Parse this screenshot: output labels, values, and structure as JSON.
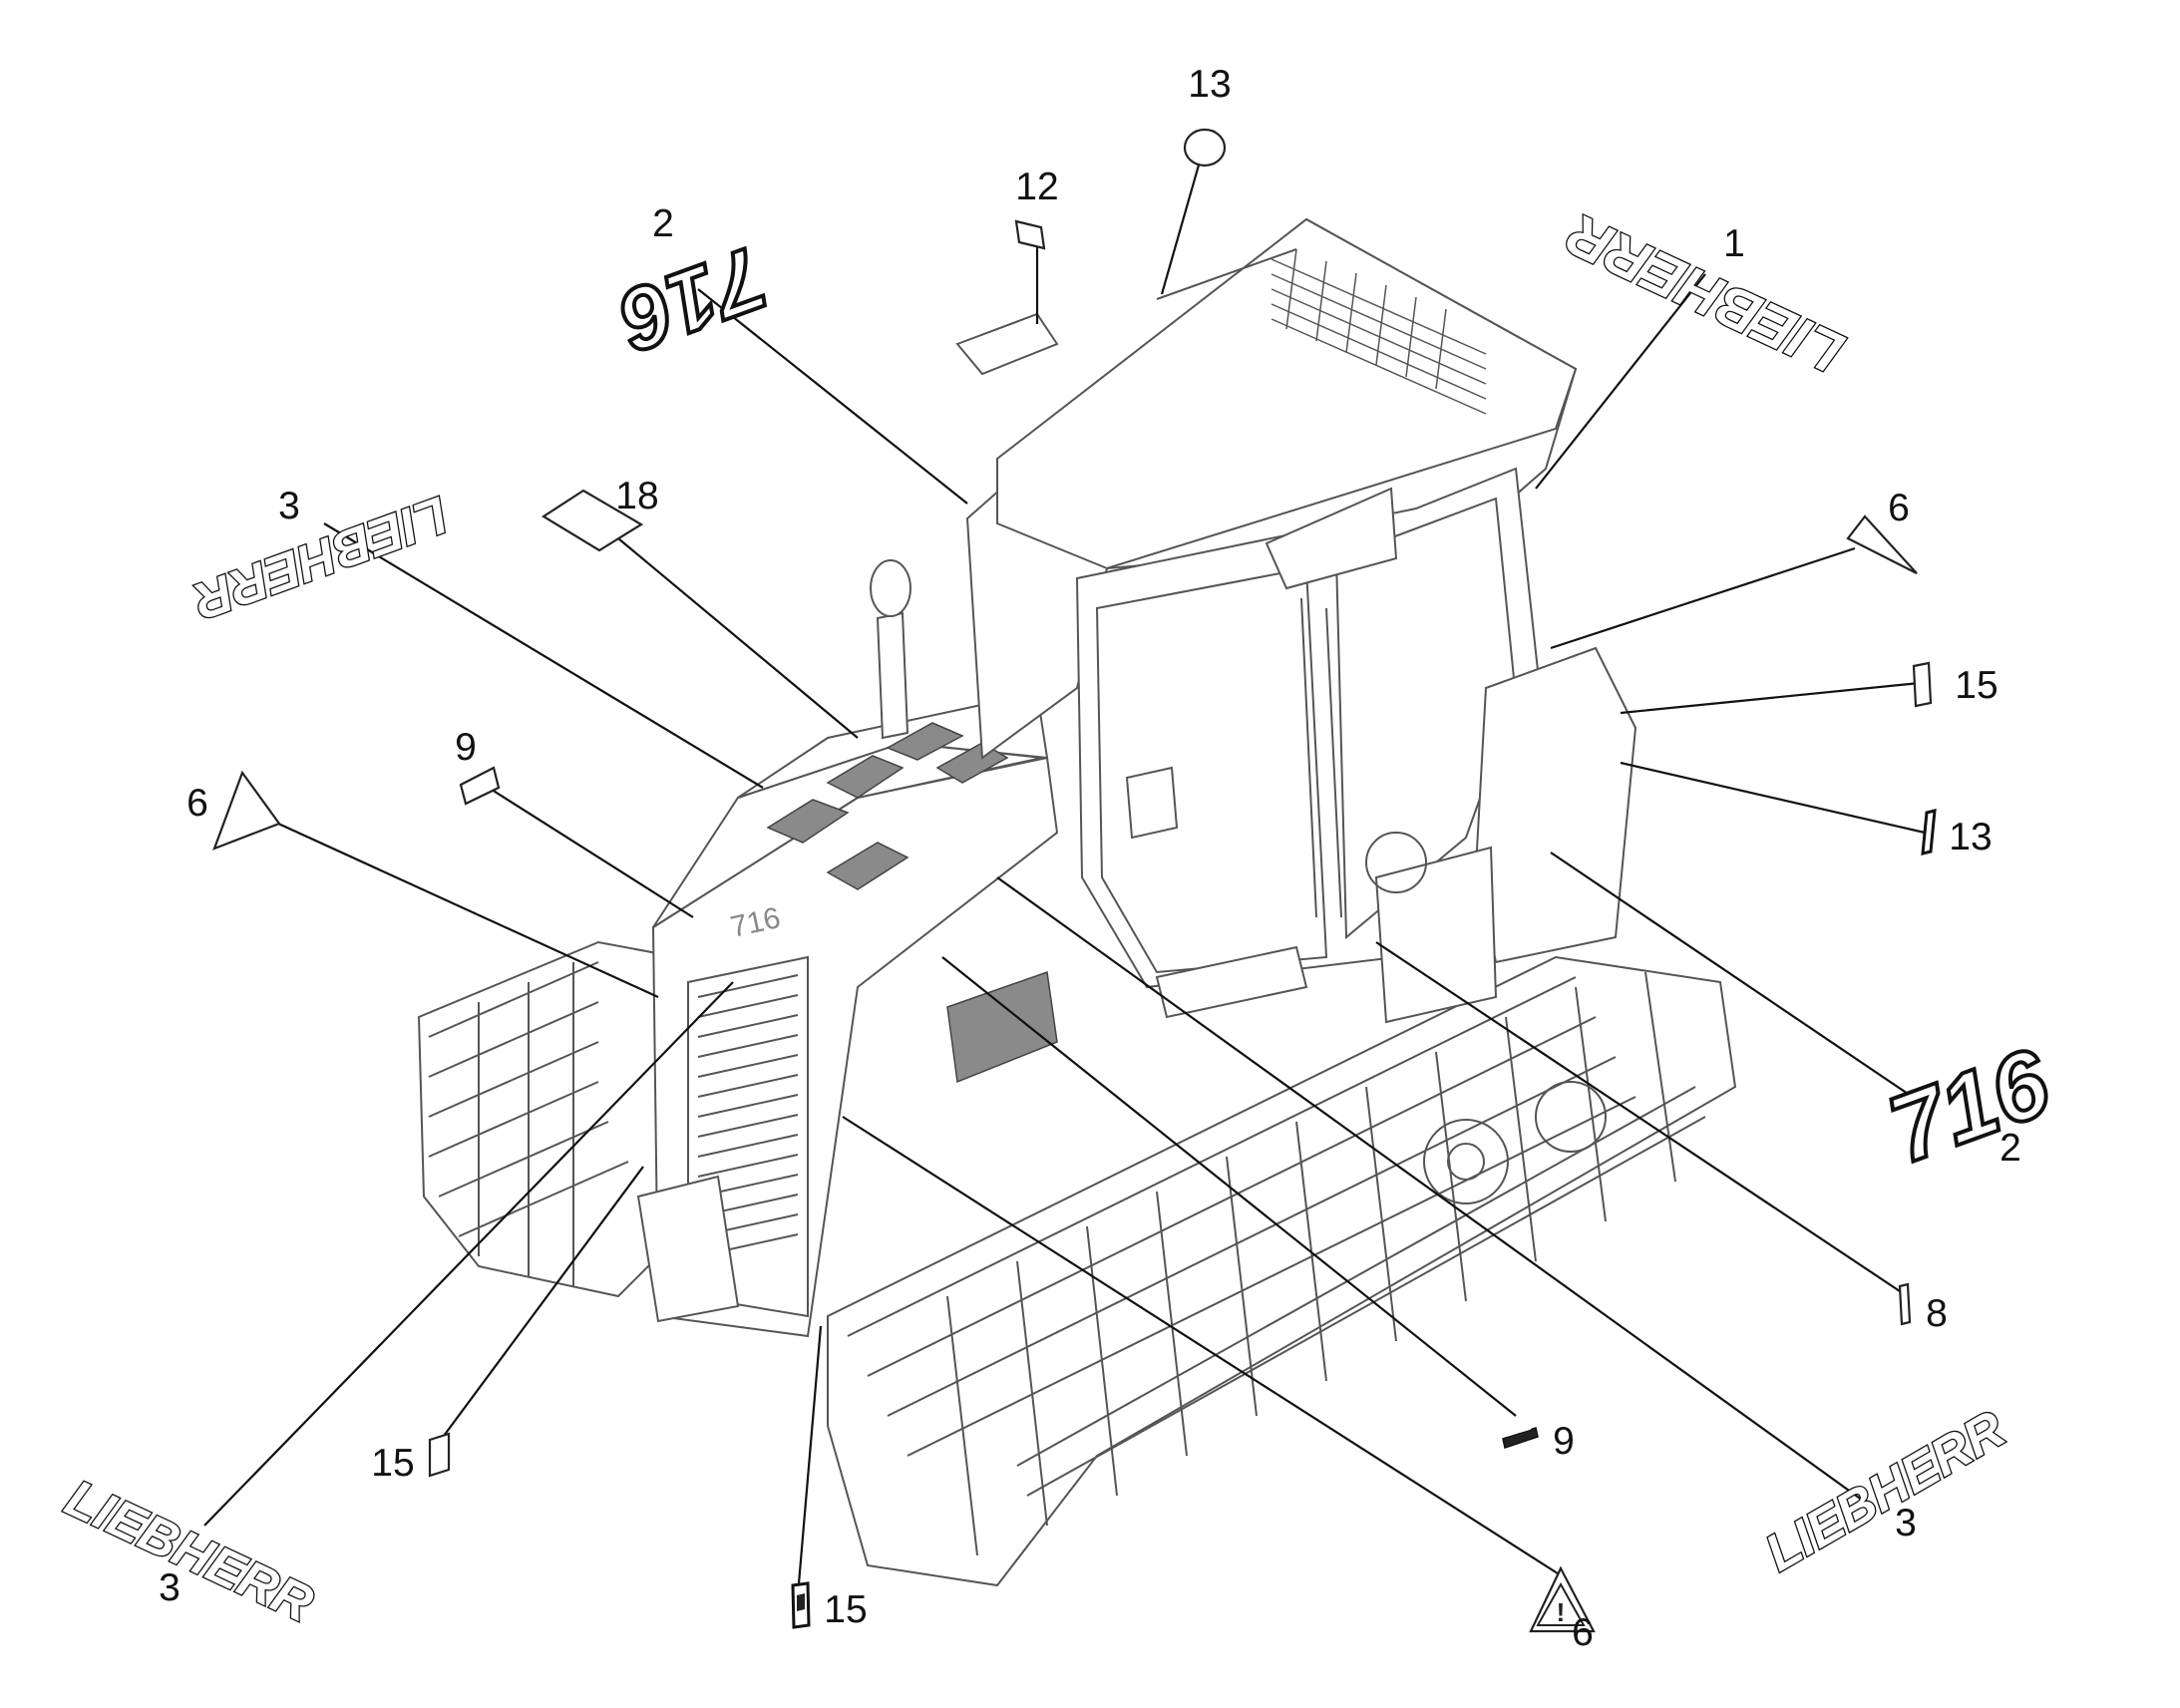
{
  "diagram": {
    "brand_wordmark": "LIEBHERR",
    "model_number": "716",
    "callouts": [
      {
        "id": "c-1",
        "number": "1"
      },
      {
        "id": "c-2-top",
        "number": "2"
      },
      {
        "id": "c-2-right",
        "number": "2"
      },
      {
        "id": "c-3-left",
        "number": "3"
      },
      {
        "id": "c-3-bottom-left",
        "number": "3"
      },
      {
        "id": "c-3-bottom-right",
        "number": "3"
      },
      {
        "id": "c-6-right",
        "number": "6"
      },
      {
        "id": "c-6-left",
        "number": "6"
      },
      {
        "id": "c-6-bottom",
        "number": "6"
      },
      {
        "id": "c-8",
        "number": "8"
      },
      {
        "id": "c-9-left",
        "number": "9"
      },
      {
        "id": "c-9-bottom",
        "number": "9"
      },
      {
        "id": "c-12",
        "number": "12"
      },
      {
        "id": "c-13-top",
        "number": "13"
      },
      {
        "id": "c-13-right",
        "number": "13"
      },
      {
        "id": "c-15-right",
        "number": "15"
      },
      {
        "id": "c-15-left",
        "number": "15"
      },
      {
        "id": "c-15-bottom",
        "number": "15"
      },
      {
        "id": "c-18",
        "number": "18"
      }
    ]
  }
}
